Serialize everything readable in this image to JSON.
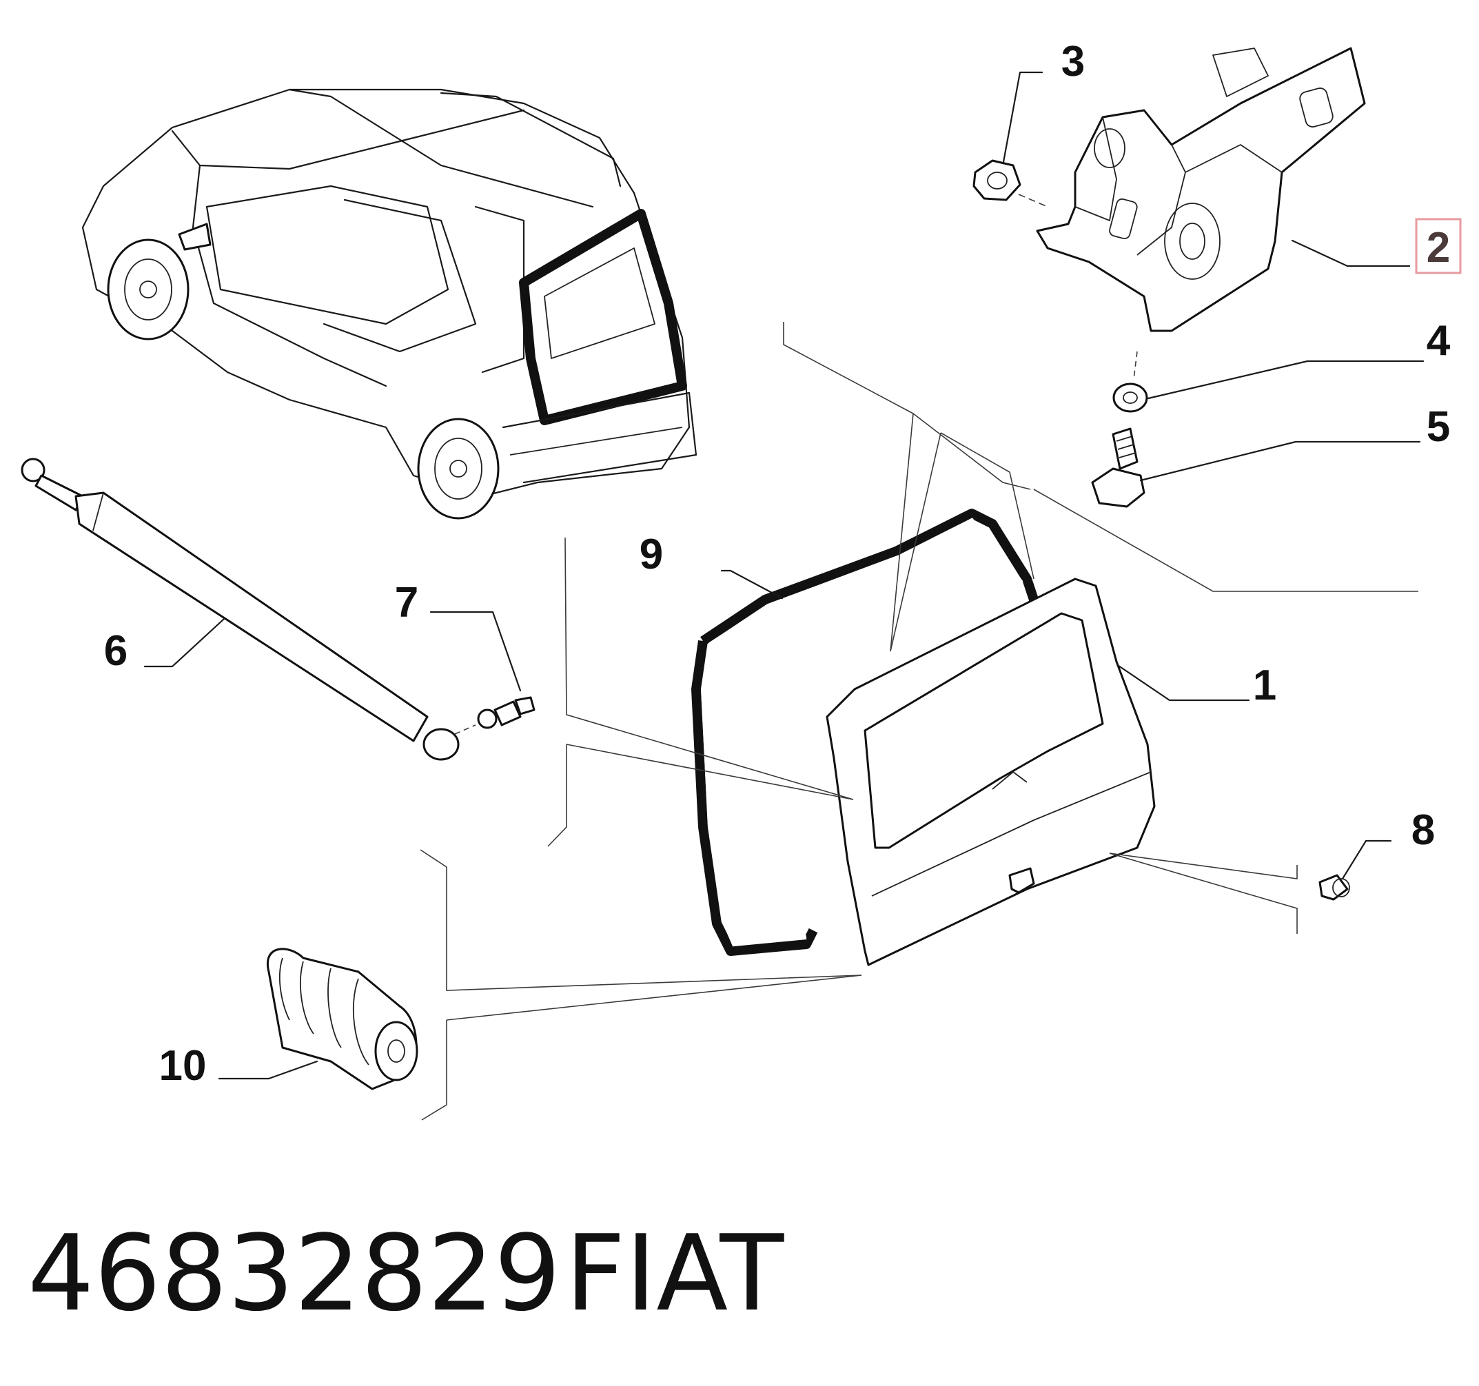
{
  "diagram": {
    "callouts": [
      {
        "label": "1"
      },
      {
        "label": "2",
        "highlighted": true
      },
      {
        "label": "3"
      },
      {
        "label": "4"
      },
      {
        "label": "5"
      },
      {
        "label": "6"
      },
      {
        "label": "7"
      },
      {
        "label": "8"
      },
      {
        "label": "9"
      },
      {
        "label": "10"
      }
    ],
    "highlight_color": "#e89aa0"
  },
  "footer": {
    "part_number": "46832829",
    "brand": "FIAT"
  }
}
